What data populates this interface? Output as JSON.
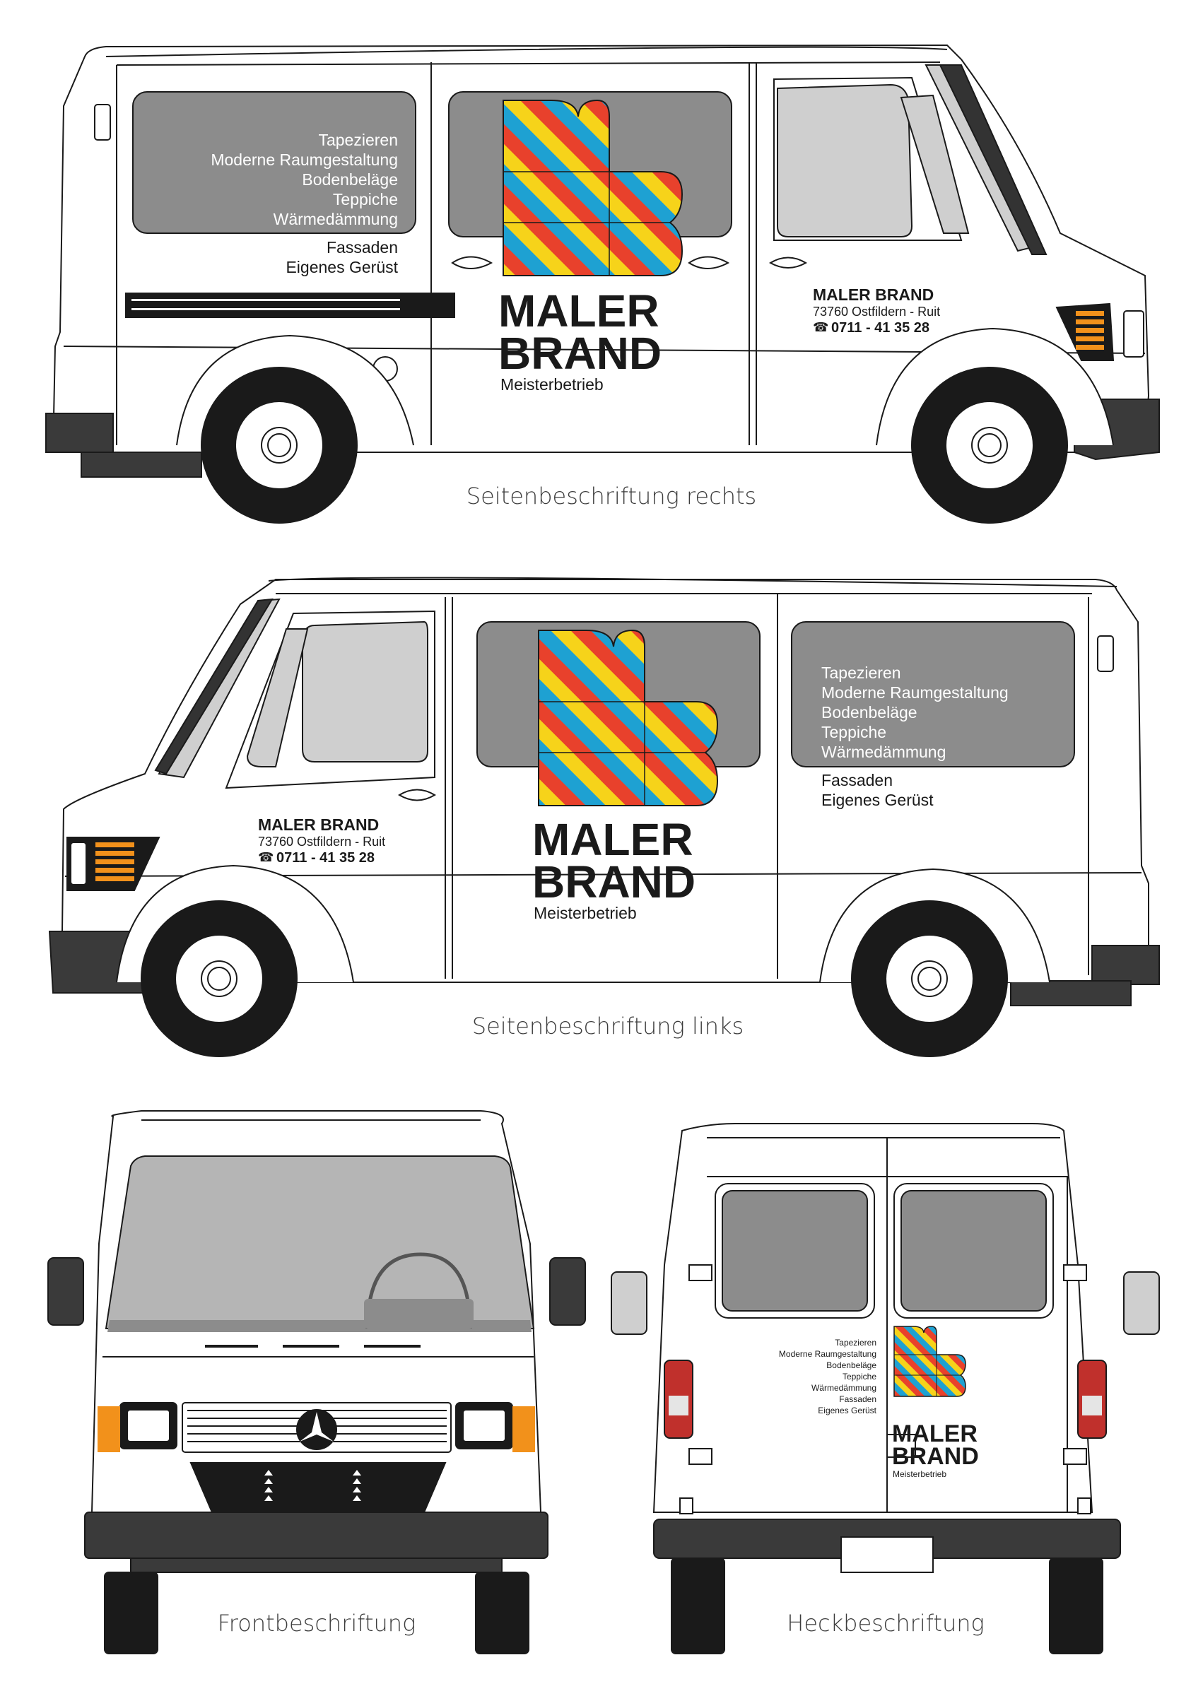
{
  "brand": {
    "name_line1": "MALER",
    "name_line2": "BRAND",
    "tagline": "Meisterbetrieb",
    "name_full": "MALER BRAND",
    "address": "73760 Ostfildern - Ruit",
    "phone": "0711 - 41 35 28"
  },
  "services": [
    "Tapezieren",
    "Moderne Raumgestaltung",
    "Bodenbeläge",
    "Teppiche",
    "Wärmedämmung"
  ],
  "services_extra": [
    "Fassaden",
    "Eigenes Gerüst"
  ],
  "captions": {
    "right": "Seitenbeschriftung rechts",
    "left": "Seitenbeschriftung links",
    "front": "Frontbeschriftung",
    "rear": "Heckbeschriftung"
  },
  "colors": {
    "stripe_red": "#e8412c",
    "stripe_blue": "#1ea1d2",
    "stripe_yellow": "#f6d31a",
    "window_grey": "#8c8c8c",
    "indicator_orange": "#f2911b",
    "taillight_red": "#c0302c"
  }
}
